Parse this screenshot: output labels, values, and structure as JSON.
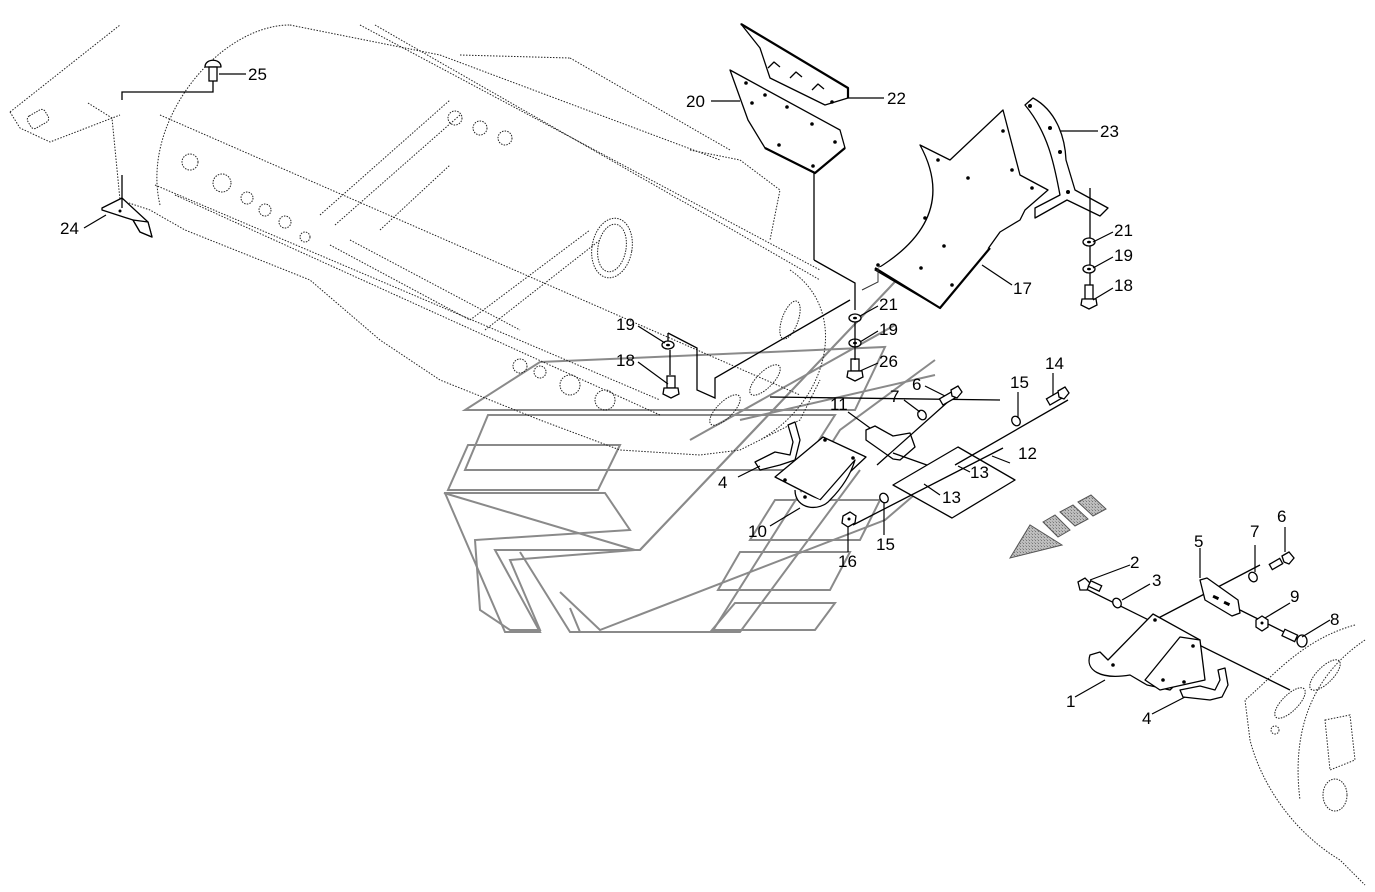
{
  "diagram": {
    "type": "exploded parts view",
    "subject": "frame mounting brackets and covers",
    "direction_arrow": "forward-direction-indicator",
    "callouts": [
      {
        "id": "c25",
        "label": "25",
        "part": "carriage-bolt"
      },
      {
        "id": "c24",
        "label": "24",
        "part": "corner-guard"
      },
      {
        "id": "c20",
        "label": "20",
        "part": "side-plate"
      },
      {
        "id": "c22",
        "label": "22",
        "part": "slotted-cover"
      },
      {
        "id": "c23",
        "label": "23",
        "part": "curved-strip"
      },
      {
        "id": "c17",
        "label": "17",
        "part": "shield-panel"
      },
      {
        "id": "c21a",
        "label": "21",
        "part": "washer"
      },
      {
        "id": "c19a",
        "label": "19",
        "part": "lock-washer"
      },
      {
        "id": "c18a",
        "label": "18",
        "part": "flange-bolt"
      },
      {
        "id": "c21b",
        "label": "21",
        "part": "washer"
      },
      {
        "id": "c19b",
        "label": "19",
        "part": "lock-washer"
      },
      {
        "id": "c26",
        "label": "26",
        "part": "flange-bolt"
      },
      {
        "id": "c19c",
        "label": "19",
        "part": "lock-washer"
      },
      {
        "id": "c18b",
        "label": "18",
        "part": "flange-bolt"
      },
      {
        "id": "c6a",
        "label": "6",
        "part": "bolt"
      },
      {
        "id": "c7a",
        "label": "7",
        "part": "washer"
      },
      {
        "id": "c11",
        "label": "11",
        "part": "pivot-bracket"
      },
      {
        "id": "c15a",
        "label": "15",
        "part": "washer"
      },
      {
        "id": "c14",
        "label": "14",
        "part": "bolt"
      },
      {
        "id": "c12",
        "label": "12",
        "part": "plate"
      },
      {
        "id": "c13a",
        "label": "13",
        "part": "bushing"
      },
      {
        "id": "c13b",
        "label": "13",
        "part": "bushing"
      },
      {
        "id": "c4a",
        "label": "4",
        "part": "clip-bracket"
      },
      {
        "id": "c10",
        "label": "10",
        "part": "mount-bracket"
      },
      {
        "id": "c15b",
        "label": "15",
        "part": "washer"
      },
      {
        "id": "c16",
        "label": "16",
        "part": "nut"
      },
      {
        "id": "c2",
        "label": "2",
        "part": "bolt"
      },
      {
        "id": "c3",
        "label": "3",
        "part": "washer"
      },
      {
        "id": "c5",
        "label": "5",
        "part": "slotted-link"
      },
      {
        "id": "c7b",
        "label": "7",
        "part": "washer"
      },
      {
        "id": "c6b",
        "label": "6",
        "part": "bolt"
      },
      {
        "id": "c9",
        "label": "9",
        "part": "nut"
      },
      {
        "id": "c8",
        "label": "8",
        "part": "bolt"
      },
      {
        "id": "c1",
        "label": "1",
        "part": "mount-bracket"
      },
      {
        "id": "c4b",
        "label": "4",
        "part": "clip-bracket"
      }
    ]
  }
}
